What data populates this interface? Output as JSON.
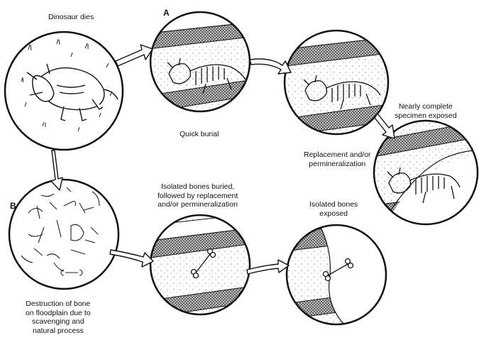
{
  "stages": {
    "dies": {
      "label": "Dinosaur dies"
    },
    "quick_burial": {
      "label": "Quick burial"
    },
    "replacement": {
      "label_lines": [
        "Replacement and/or",
        "permineralization"
      ]
    },
    "complete_exposed": {
      "label_lines": [
        "Nearly complete",
        "specimen exposed"
      ]
    },
    "destruction": {
      "label_lines": [
        "Destruction of bone",
        "on floodplain due to",
        "scavenging and",
        "natural process"
      ]
    },
    "isolated_buried": {
      "label_lines": [
        "Isolated bones buried,",
        "followed by replacement",
        "and/or permineralization"
      ]
    },
    "isolated_exposed": {
      "label_lines": [
        "Isolated bones",
        "exposed"
      ]
    }
  },
  "pathways": {
    "a": {
      "label": "A"
    },
    "b": {
      "label": "B"
    }
  },
  "colors": {
    "ink": "#111111",
    "paper": "#ffffff"
  }
}
